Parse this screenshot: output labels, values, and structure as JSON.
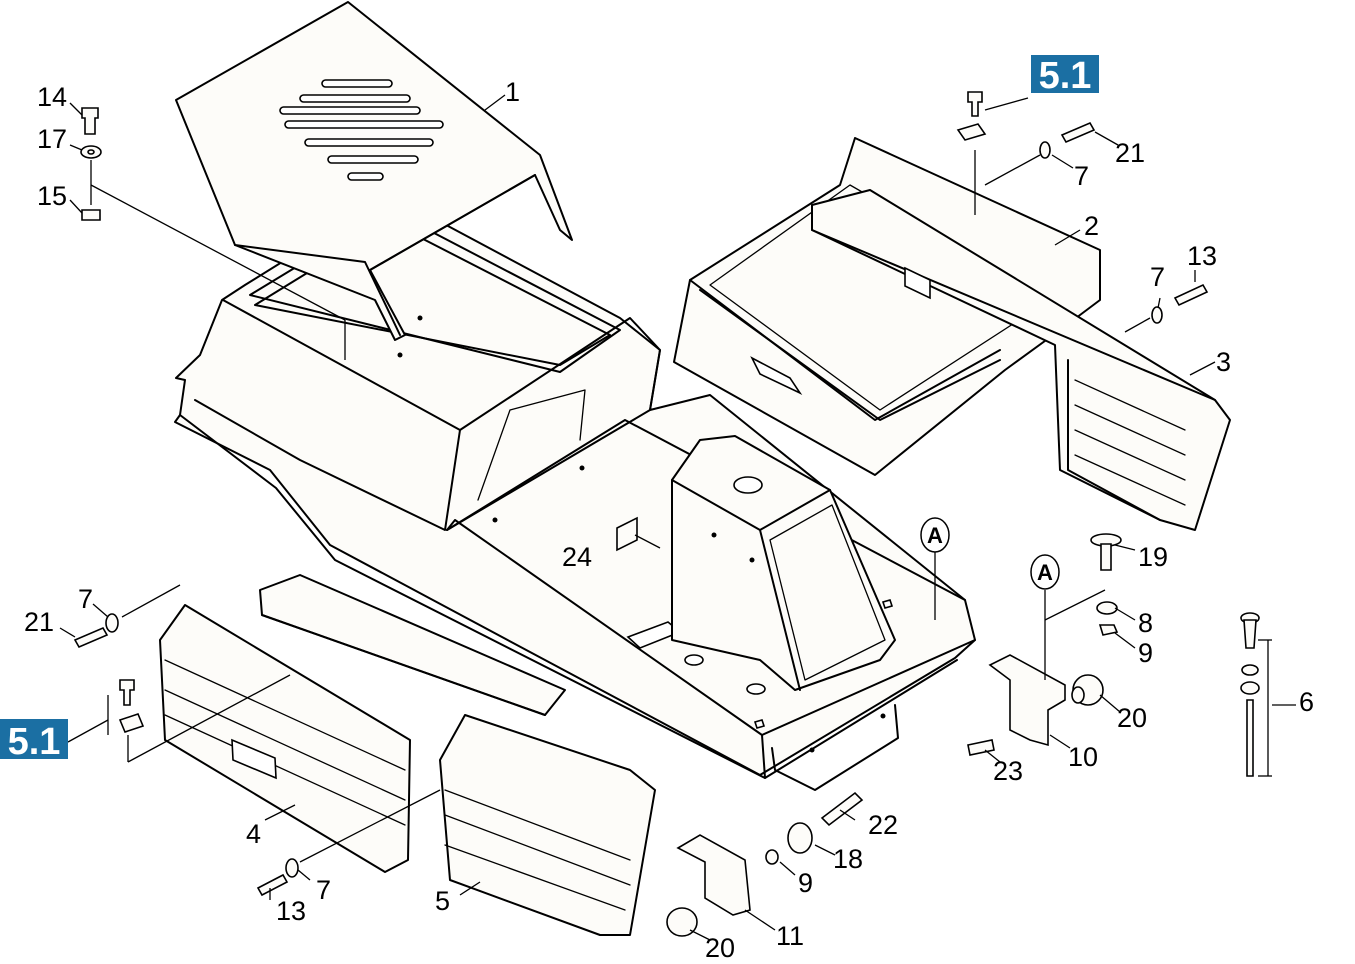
{
  "diagram": {
    "callouts": {
      "c1": "1",
      "c2": "2",
      "c3": "3",
      "c4": "4",
      "c5": "5",
      "c6": "6",
      "c7a": "7",
      "c7b": "7",
      "c7c": "7",
      "c7d": "7",
      "c8": "8",
      "c9a": "9",
      "c9b": "9",
      "c10": "10",
      "c11": "11",
      "c13a": "13",
      "c13b": "13",
      "c14": "14",
      "c15": "15",
      "c17": "17",
      "c18": "18",
      "c19": "19",
      "c20a": "20",
      "c20b": "20",
      "c21a": "21",
      "c21b": "21",
      "c22": "22",
      "c23": "23",
      "c24": "24"
    },
    "references": {
      "ref_top": "5.1",
      "ref_left": "5.1"
    },
    "markers": {
      "a1": "A",
      "a2": "A"
    },
    "colors": {
      "reference_box": "#1b6fa3",
      "line": "#000000",
      "part_fill": "#fdfcf9"
    }
  }
}
